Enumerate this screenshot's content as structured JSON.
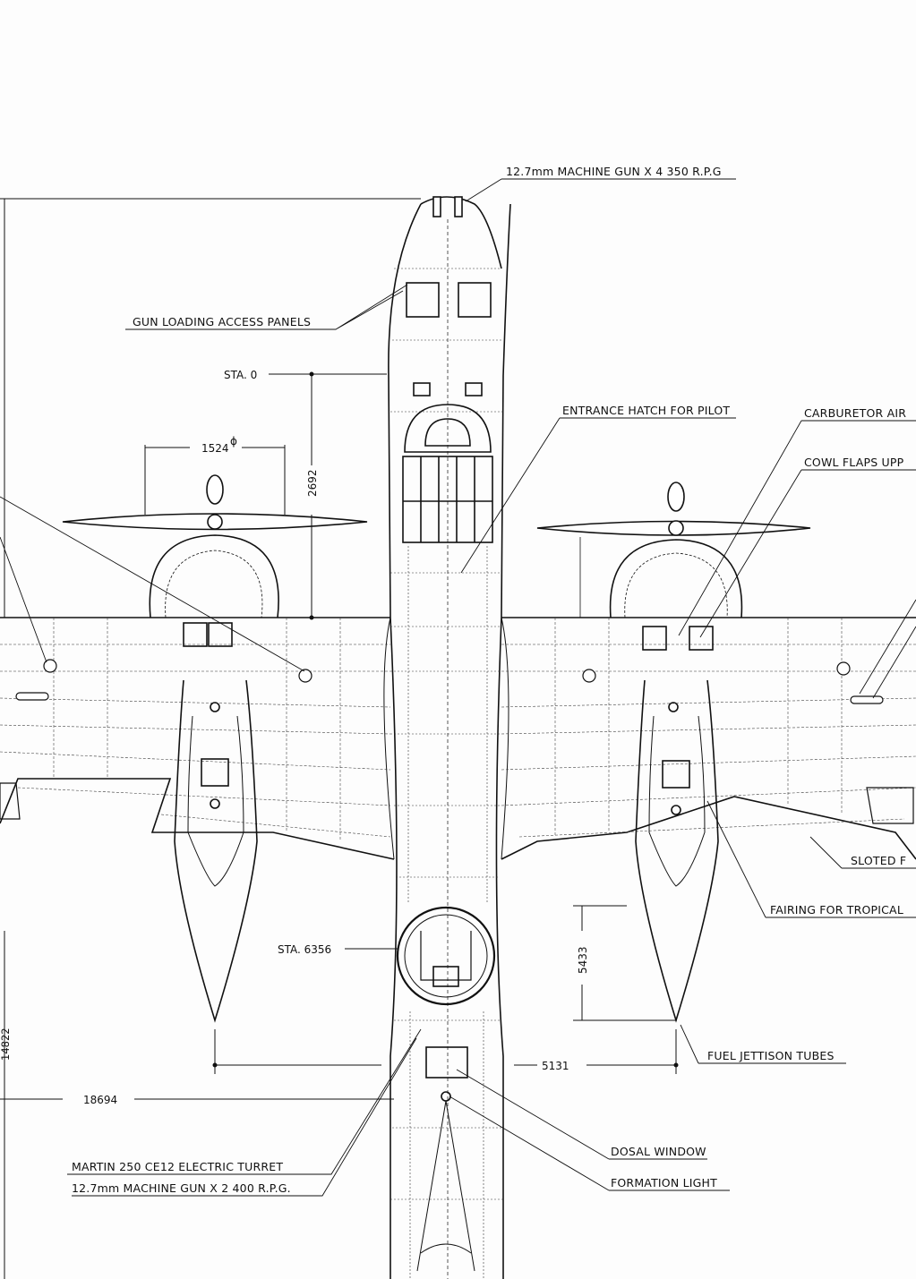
{
  "callouts": {
    "nose_guns": "12.7mm MACHINE GUN X 4   350 R.P.G",
    "gun_loading": "GUN LOADING ACCESS PANELS",
    "entrance_hatch": "ENTRANCE HATCH FOR PILOT",
    "carburetor_air": "CARBURETOR AIR",
    "cowl_flaps": "COWL FLAPS UPP",
    "sloted_flaps": "SLOTED F",
    "fairing_tropical": "FAIRING FOR TROPICAL",
    "fuel_jettison": "FUEL JETTISON TUBES",
    "dosal_window": "DOSAL WINDOW",
    "formation_light": "FORMATION LIGHT",
    "turret_line1": "MARTIN 250 CE12 ELECTRIC TURRET",
    "turret_line2": "12.7mm MACHINE GUN X 2   400 R.P.G."
  },
  "stations": {
    "sta0": "STA. 0",
    "sta6356": "STA. 6356"
  },
  "dimensions": {
    "prop_diameter": "1524",
    "prop_diameter_symbol": "ϕ",
    "nose_to_wing": "2692",
    "wing_to_nacelle_tip": "5433",
    "nacelle_span": "5131",
    "overall_length_partial": "18694",
    "edge_vertical": "14822"
  }
}
